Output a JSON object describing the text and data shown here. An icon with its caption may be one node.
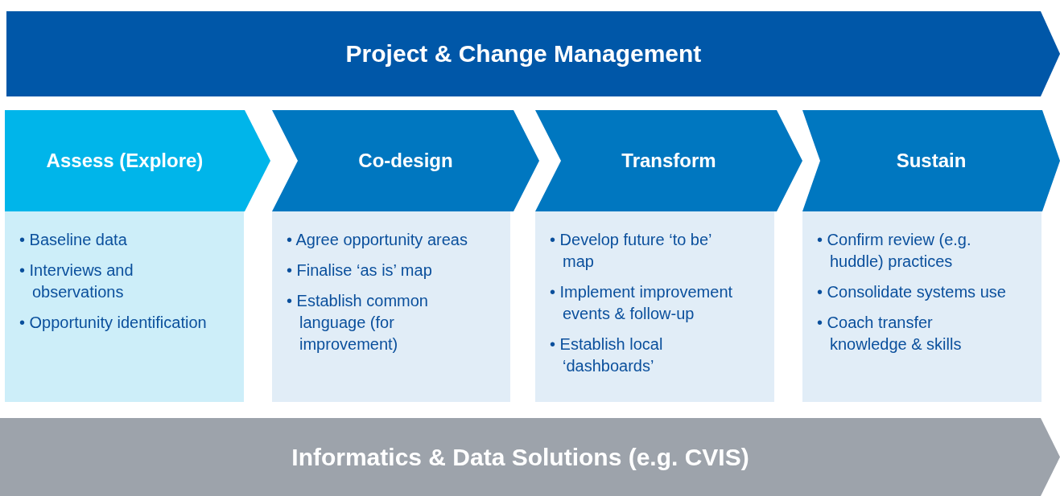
{
  "diagram": {
    "nodes": [
      {
        "text": [
          "Project & Change Management"
        ]
      },
      {
        "text": [
          "Assess (Explore)"
        ]
      },
      {
        "text": [
          "• Baseline data",
          "• Interviews and observations",
          "• Opportunity identification"
        ]
      },
      {
        "text": [
          "Co-design"
        ]
      },
      {
        "text": [
          "• Agree opportunity areas",
          "• Finalise ‘as is’ map",
          "• Establish common language (for improvement)"
        ]
      },
      {
        "text": [
          "Transform"
        ]
      },
      {
        "text": [
          "• Develop future ‘to be’ map",
          "• Implement improvement events & follow-up",
          "• Establish local ‘dashboards’"
        ]
      },
      {
        "text": [
          "Sustain"
        ]
      },
      {
        "text": [
          "• Confirm review (e.g. huddle) practices",
          "• Consolidate systems use",
          "• Coach transfer knowledge & skills"
        ]
      },
      {
        "text": [
          "Informatics & Data Solutions (e.g. CVIS)"
        ]
      }
    ]
  }
}
